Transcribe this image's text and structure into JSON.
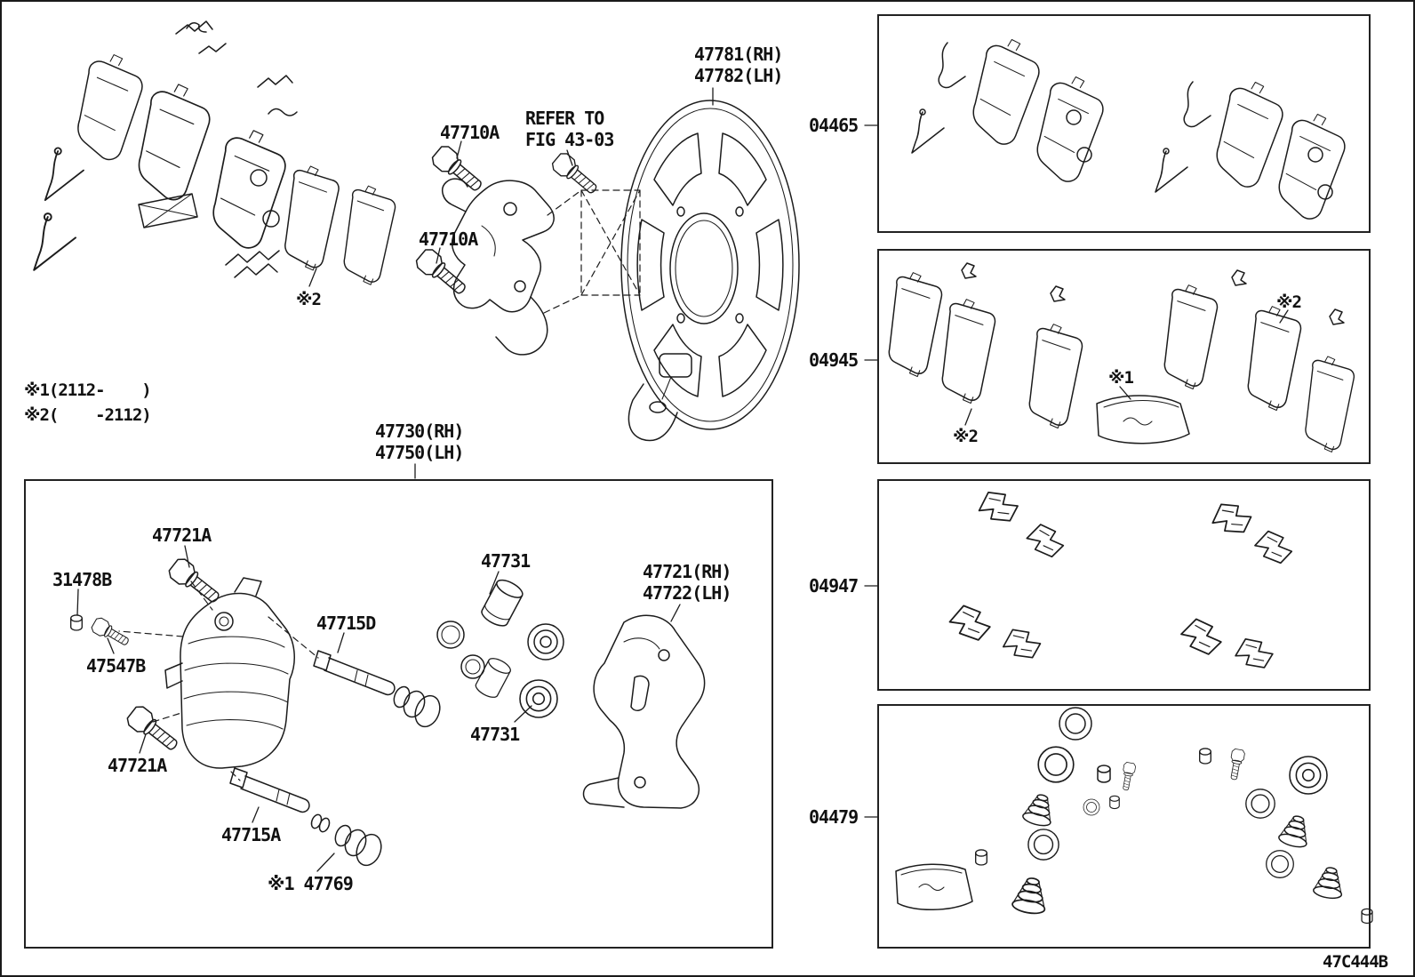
{
  "diagram": {
    "code": "47C444B"
  },
  "legend": {
    "note1": "※1(2112-    )",
    "note2": "※2(    -2112)"
  },
  "callouts": {
    "shield_rh": "47781(RH)",
    "shield_lh": "47782(LH)",
    "refer_line1": "REFER TO",
    "refer_line2": "FIG 43-03",
    "bolt_upper": "47710A",
    "bolt_lower": "47710A",
    "pad_shim_mark": "※2",
    "caliper_assy_rh": "47730(RH)",
    "caliper_assy_lh": "47750(LH)"
  },
  "caliper_box": {
    "guide_bolt_top": "47721A",
    "cap": "31478B",
    "bleeder": "47547B",
    "slide_pin_upper": "47715D",
    "piston_upper": "47731",
    "mount_rh": "47721(RH)",
    "mount_lh": "47722(LH)",
    "guide_bolt_bottom": "47721A",
    "slide_pin_lower": "47715A",
    "piston_lower": "47731",
    "boot": "※1 47769"
  },
  "kits": {
    "pad_kit": "04465",
    "shim_kit": "04945",
    "fitting_kit": "04947",
    "cylinder_kit": "04479"
  },
  "shim_marks": {
    "left": "※2",
    "center": "※1",
    "right": "※2"
  }
}
